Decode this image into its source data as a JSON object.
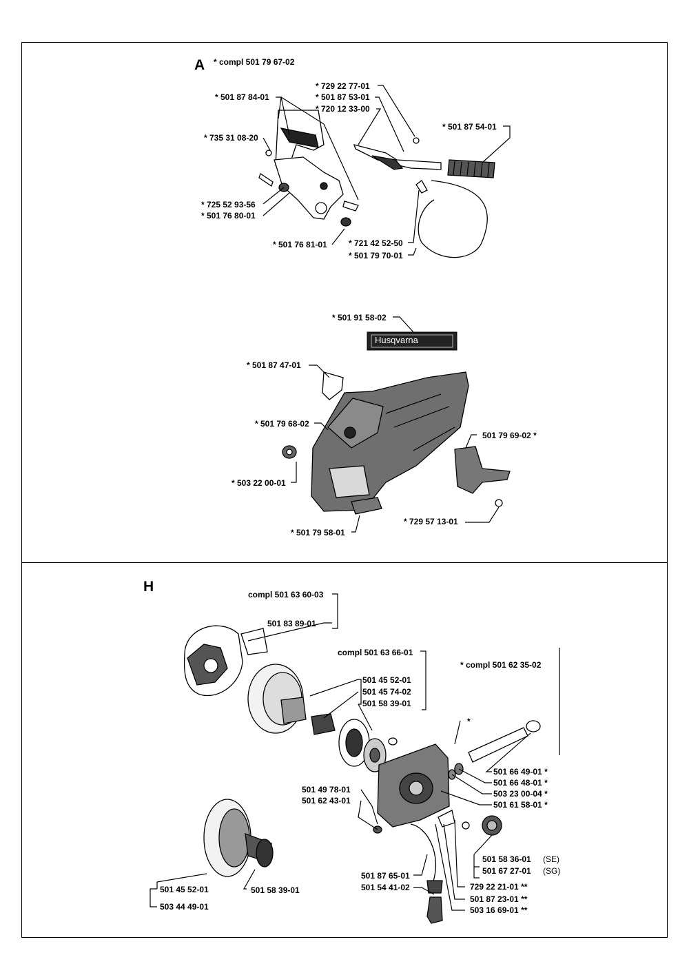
{
  "section_a": {
    "letter": "A",
    "labels": {
      "compl_a": "* compl 501 79 67-02",
      "l_5018784": "* 501 87 84-01",
      "l_7292277": "* 729 22 77-01",
      "l_5018753": "* 501 87 53-01",
      "l_7201233": "* 720 12 33-00",
      "l_5018754": "* 501 87 54-01",
      "l_7353108": "* 735 31 08-20",
      "l_7255293": "* 725 52 93-56",
      "l_5017680": "* 501 76 80-01",
      "l_5017681": "* 501 76 81-01",
      "l_7214252": "* 721 42 52-50",
      "l_5017970": "* 501 79 70-01",
      "l_5019158": "* 501 91 58-02",
      "l_5018747": "* 501 87 47-01",
      "l_5017968": "* 501 79 68-02",
      "l_5017969": "501 79 69-02 *",
      "l_5032200": "* 503 22 00-01",
      "l_7295713": "* 729 57 13-01",
      "l_5017958": "* 501 79 58-01"
    },
    "decal_text": "Husqvarna"
  },
  "section_h": {
    "letter": "H",
    "labels": {
      "compl_5016360": "compl 501 63 60-03",
      "l_5018389": "501 83 89-01",
      "compl_5016366": "compl  501 63 66-01",
      "compl_5016235": "* compl 501 62 35-02",
      "l_5014552a": "501 45 52-01",
      "l_5014574": "501 45 74-02",
      "l_5015839a": "501 58 39-01",
      "l_star": "*",
      "l_5014978": "501 49 78-01",
      "l_5016243": "501 62 43-01",
      "l_5016649": "501 66 49-01  *",
      "l_5016648": "501 66 48-01  *",
      "l_5032300": "503 23 00-04  *",
      "l_5016158": "501 61 58-01  *",
      "l_5015836": "501 58 36-01",
      "l_se": "(SE)",
      "l_5016727": "501 67 27-01",
      "l_sg": "(SG)",
      "l_5018765": "501 87 65-01",
      "l_5015441": "501 54 41-02",
      "l_7292221": "729 22 21-01  **",
      "l_5018723": "501 87 23-01  **",
      "l_5031669": "503 16 69-01  **",
      "l_5014552b": "501 45 52-01",
      "l_5034449": "503 44 49-01",
      "l_5015839b": "501 58 39-01"
    }
  }
}
